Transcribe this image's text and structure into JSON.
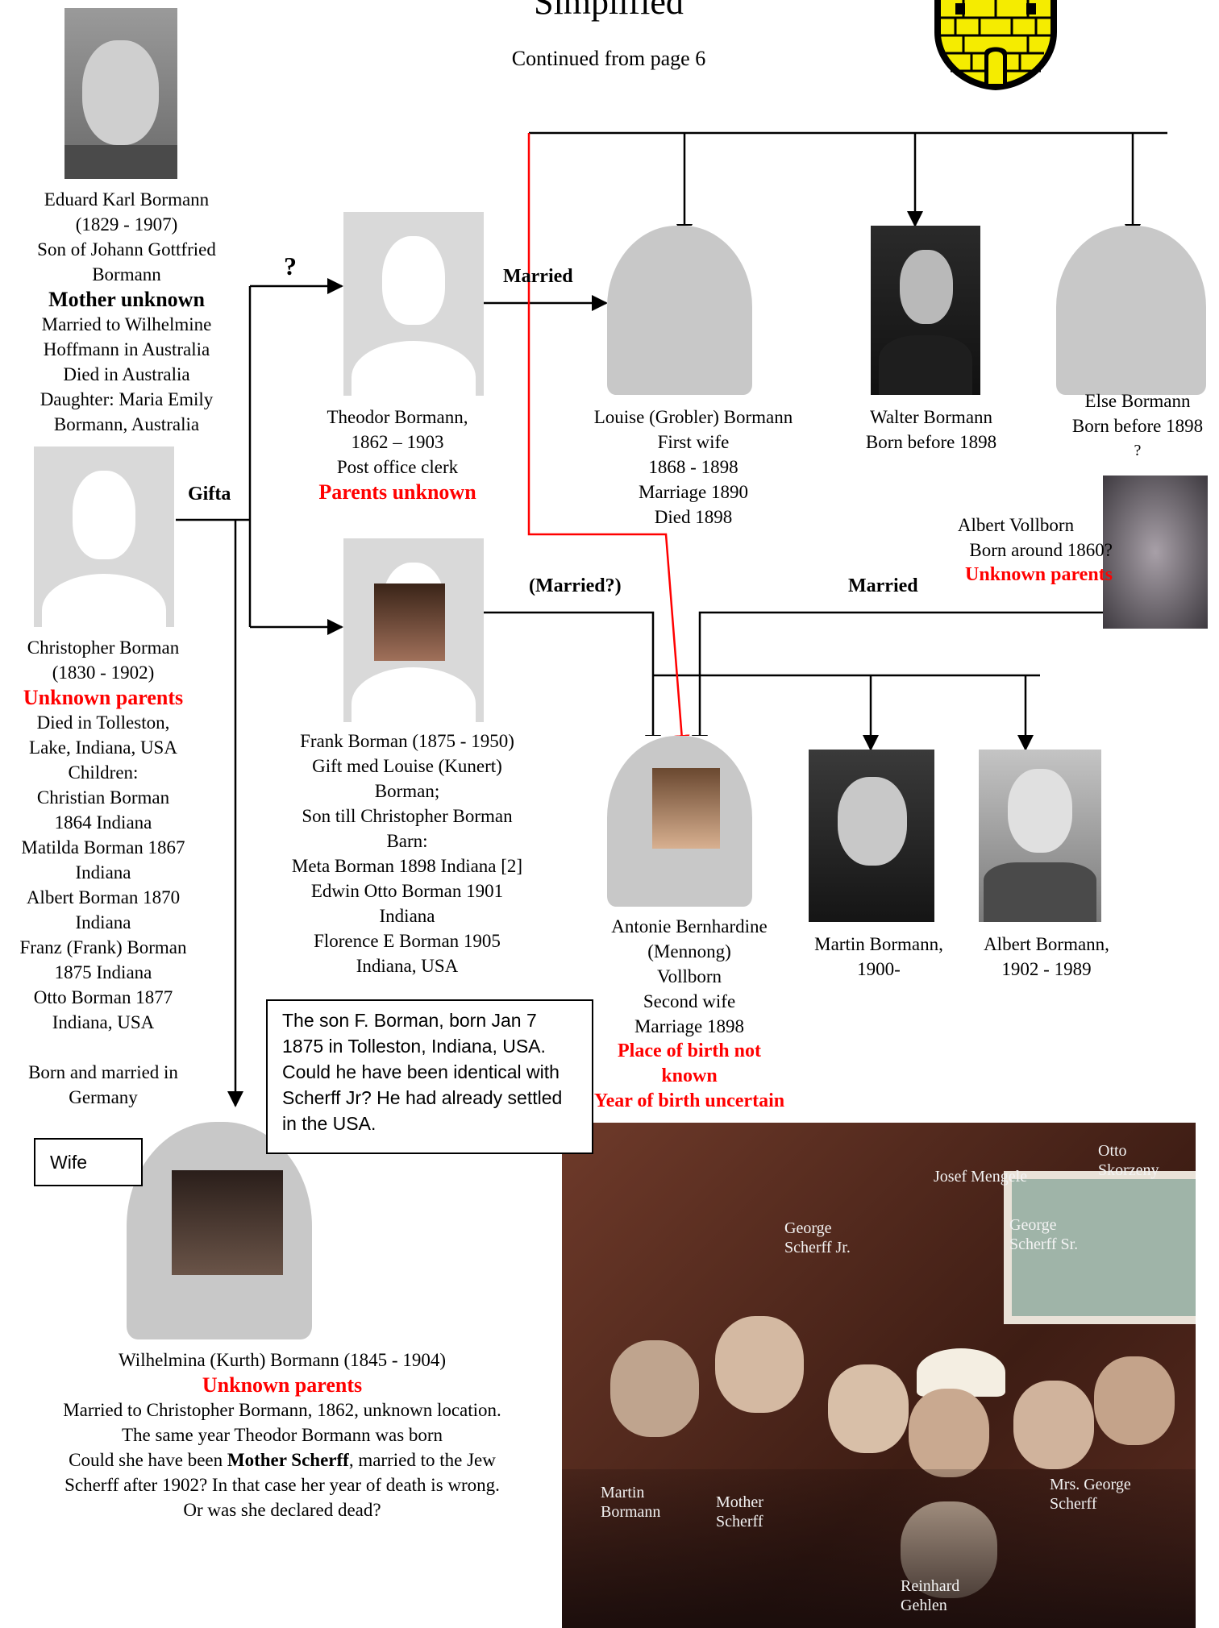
{
  "header": {
    "title": "Simplified",
    "subtitle": "Continued from page 6"
  },
  "people": {
    "eduard": [
      "Eduard Karl Bormann",
      "(1829 - 1907)",
      "Son of Johann Gottfried",
      "Bormann",
      "Mother unknown",
      "Married to Wilhelmine",
      "Hoffmann in Australia",
      "Died in Australia",
      "Daughter: Maria Emily",
      "Bormann, Australia"
    ],
    "christopher": [
      "Christopher Borman",
      "(1830 - 1902)",
      "Unknown parents",
      "Died in Tolleston,",
      "Lake, Indiana, USA",
      "Children:",
      "Christian Borman",
      "1864 Indiana",
      "Matilda Borman 1867",
      "Indiana",
      "Albert Borman 1870",
      "Indiana",
      "Franz (Frank) Borman",
      "1875 Indiana",
      "Otto Borman 1877",
      "Indiana, USA",
      "",
      "Born and married in",
      "Germany"
    ],
    "theodor": [
      "Theodor Bormann,",
      "1862 – 1903",
      "Post office clerk",
      "Parents unknown"
    ],
    "frank": [
      "Frank Borman (1875 - 1950)",
      "Gift med Louise (Kunert)",
      "Borman;",
      "Son till Christopher Borman",
      "Barn:",
      "Meta Borman 1898 Indiana [2]",
      "Edwin Otto Borman 1901",
      "Indiana",
      "Florence E Borman 1905",
      "Indiana, USA"
    ],
    "louise": [
      "Louise (Grobler) Bormann",
      "First wife",
      "1868 - 1898",
      "Marriage 1890",
      "Died 1898"
    ],
    "walter": [
      "Walter Bormann",
      "Born before 1898"
    ],
    "else": [
      "Else Bormann",
      "Born before 1898",
      "?"
    ],
    "albert_vollborn": [
      "Albert Vollborn",
      "Born around 1860?",
      "Unknown parents"
    ],
    "antonie": [
      "Antonie Bernhardine",
      "(Mennong)",
      "Vollborn",
      "Second wife",
      "Marriage 1898",
      "Place of birth not",
      "known",
      "Year of birth uncertain"
    ],
    "martin": [
      "Martin Bormann,",
      "1900-"
    ],
    "albert_bormann": [
      "Albert Bormann,",
      "1902 - 1989"
    ],
    "wilhelmina": [
      "Wilhelmina (Kurth) Bormann (1845 - 1904)",
      "Unknown parents",
      "Married to Christopher Bormann, 1862, unknown location.",
      "The same year Theodor Bormann was born",
      "Could she have been ",
      "Mother Scherff",
      ", married to the Jew",
      "Scherff  after 1902? In that case her year of death is wrong.",
      "Or was she declared dead?"
    ]
  },
  "labels": {
    "question": "?",
    "married": "Married",
    "married_q": "(Married?)",
    "married2": "Married",
    "gifta": "Gifta",
    "wife": "Wife"
  },
  "note": {
    "text": "The son F. Borman, born Jan 7 1875 in Tolleston, Indiana, USA. Could he have been identical with Scherff Jr? He had already settled in the USA."
  },
  "photo_labels": {
    "otto": [
      "Otto",
      "Skorzeny"
    ],
    "mengele": "Josef Mengele",
    "scherff_jr": [
      "George",
      "Scherff Jr."
    ],
    "scherff_sr": [
      "George",
      "Scherff Sr."
    ],
    "martin": [
      "Martin",
      "Bormann"
    ],
    "mother": [
      "Mother",
      "Scherff"
    ],
    "mrs": [
      "Mrs. George",
      "Scherff"
    ],
    "gehlen": [
      "Reinhard",
      "Gehlen"
    ]
  },
  "colors": {
    "emphasis_red": "#ff0000",
    "crest_yellow": "#f5ec00",
    "silhouette_grey": "#d9d9d9"
  }
}
